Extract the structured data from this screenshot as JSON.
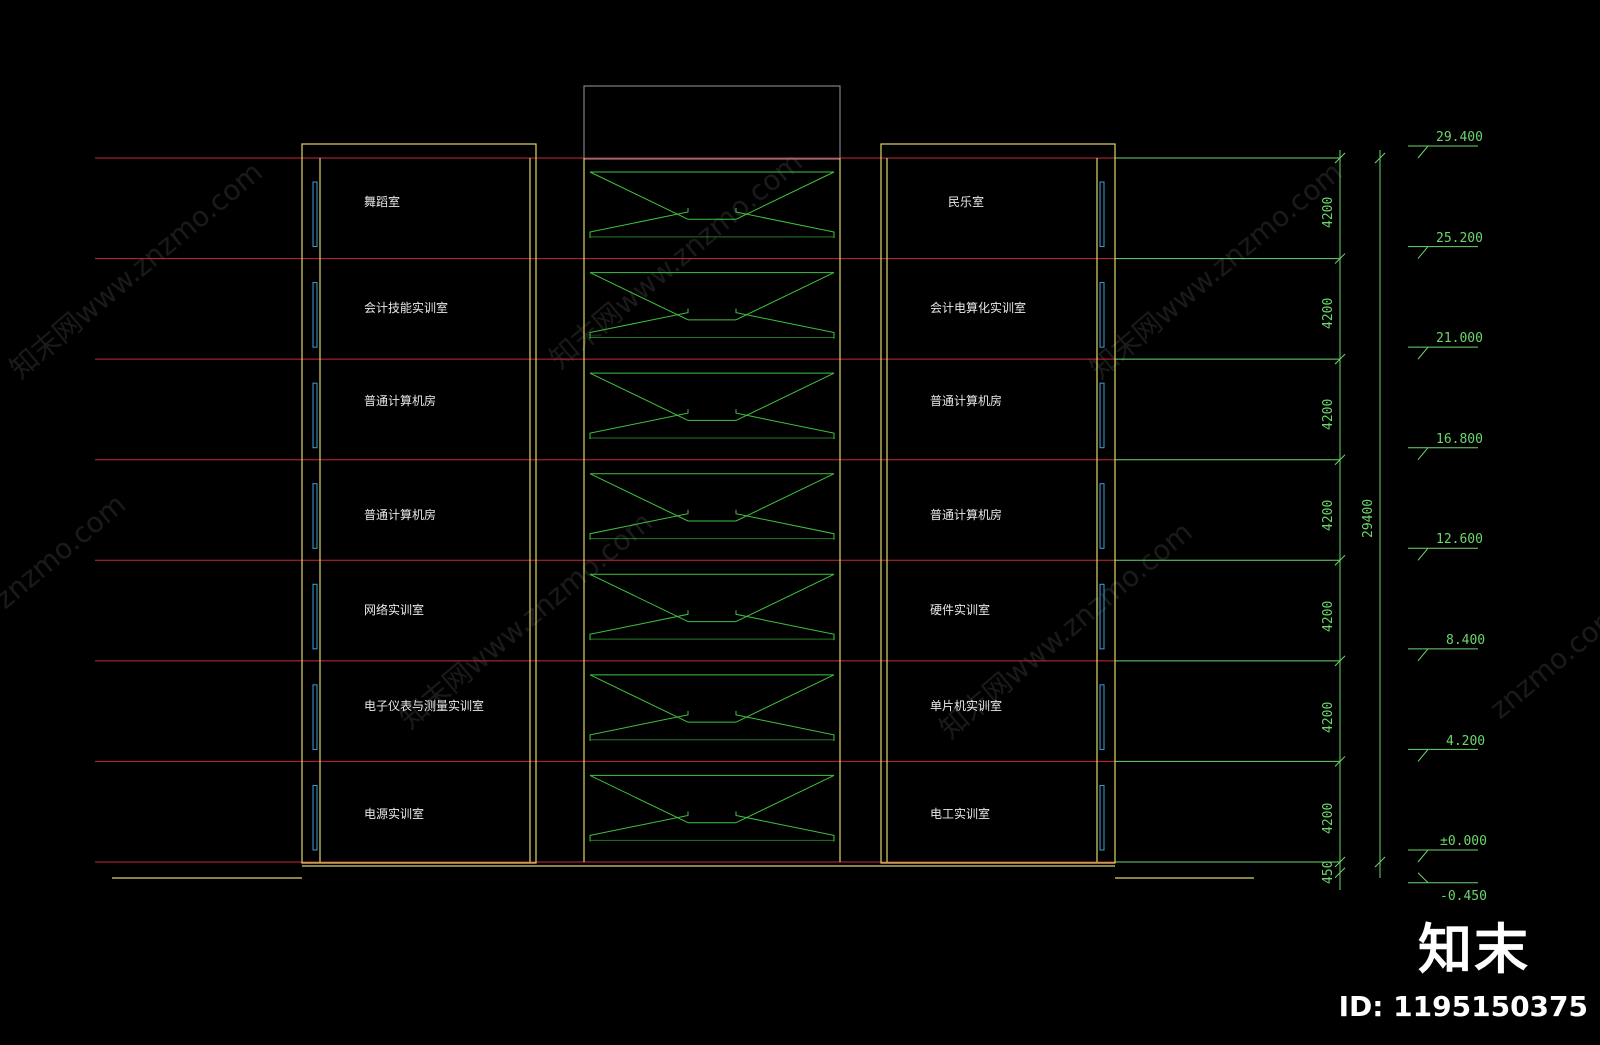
{
  "colors": {
    "background": "#000000",
    "floor_line": "#c8283c",
    "wall": "#e2d46a",
    "stair": "#3fc33f",
    "dimension": "#6cd66c",
    "window": "#3aa0d8",
    "roof_outline": "#9a9a9a"
  },
  "rooms": {
    "left": [
      "舞蹈室",
      "会计技能实训室",
      "普通计算机房",
      "普通计算机房",
      "网络实训室",
      "电子仪表与测量实训室",
      "电源实训室"
    ],
    "right": [
      "民乐室",
      "会计电算化实训室",
      "普通计算机房",
      "普通计算机房",
      "硬件实训室",
      "单片机实训室",
      "电工实训室"
    ]
  },
  "elevations": [
    "29.400",
    "25.200",
    "21.000",
    "16.800",
    "12.600",
    "8.400",
    "4.200",
    "±0.000",
    "-0.450"
  ],
  "elevation_values": [
    29.4,
    25.2,
    21.0,
    16.8,
    12.6,
    8.4,
    4.2,
    0.0,
    -0.45
  ],
  "floor_heights": [
    "4200",
    "4200",
    "4200",
    "4200",
    "4200",
    "4200",
    "4200",
    "450"
  ],
  "total_height": "29400",
  "watermark": {
    "text": "知末网www.znzmo.com",
    "short": "znzmo.com"
  },
  "brand": {
    "logo": "知末",
    "id_label": "ID: 1195150375"
  }
}
